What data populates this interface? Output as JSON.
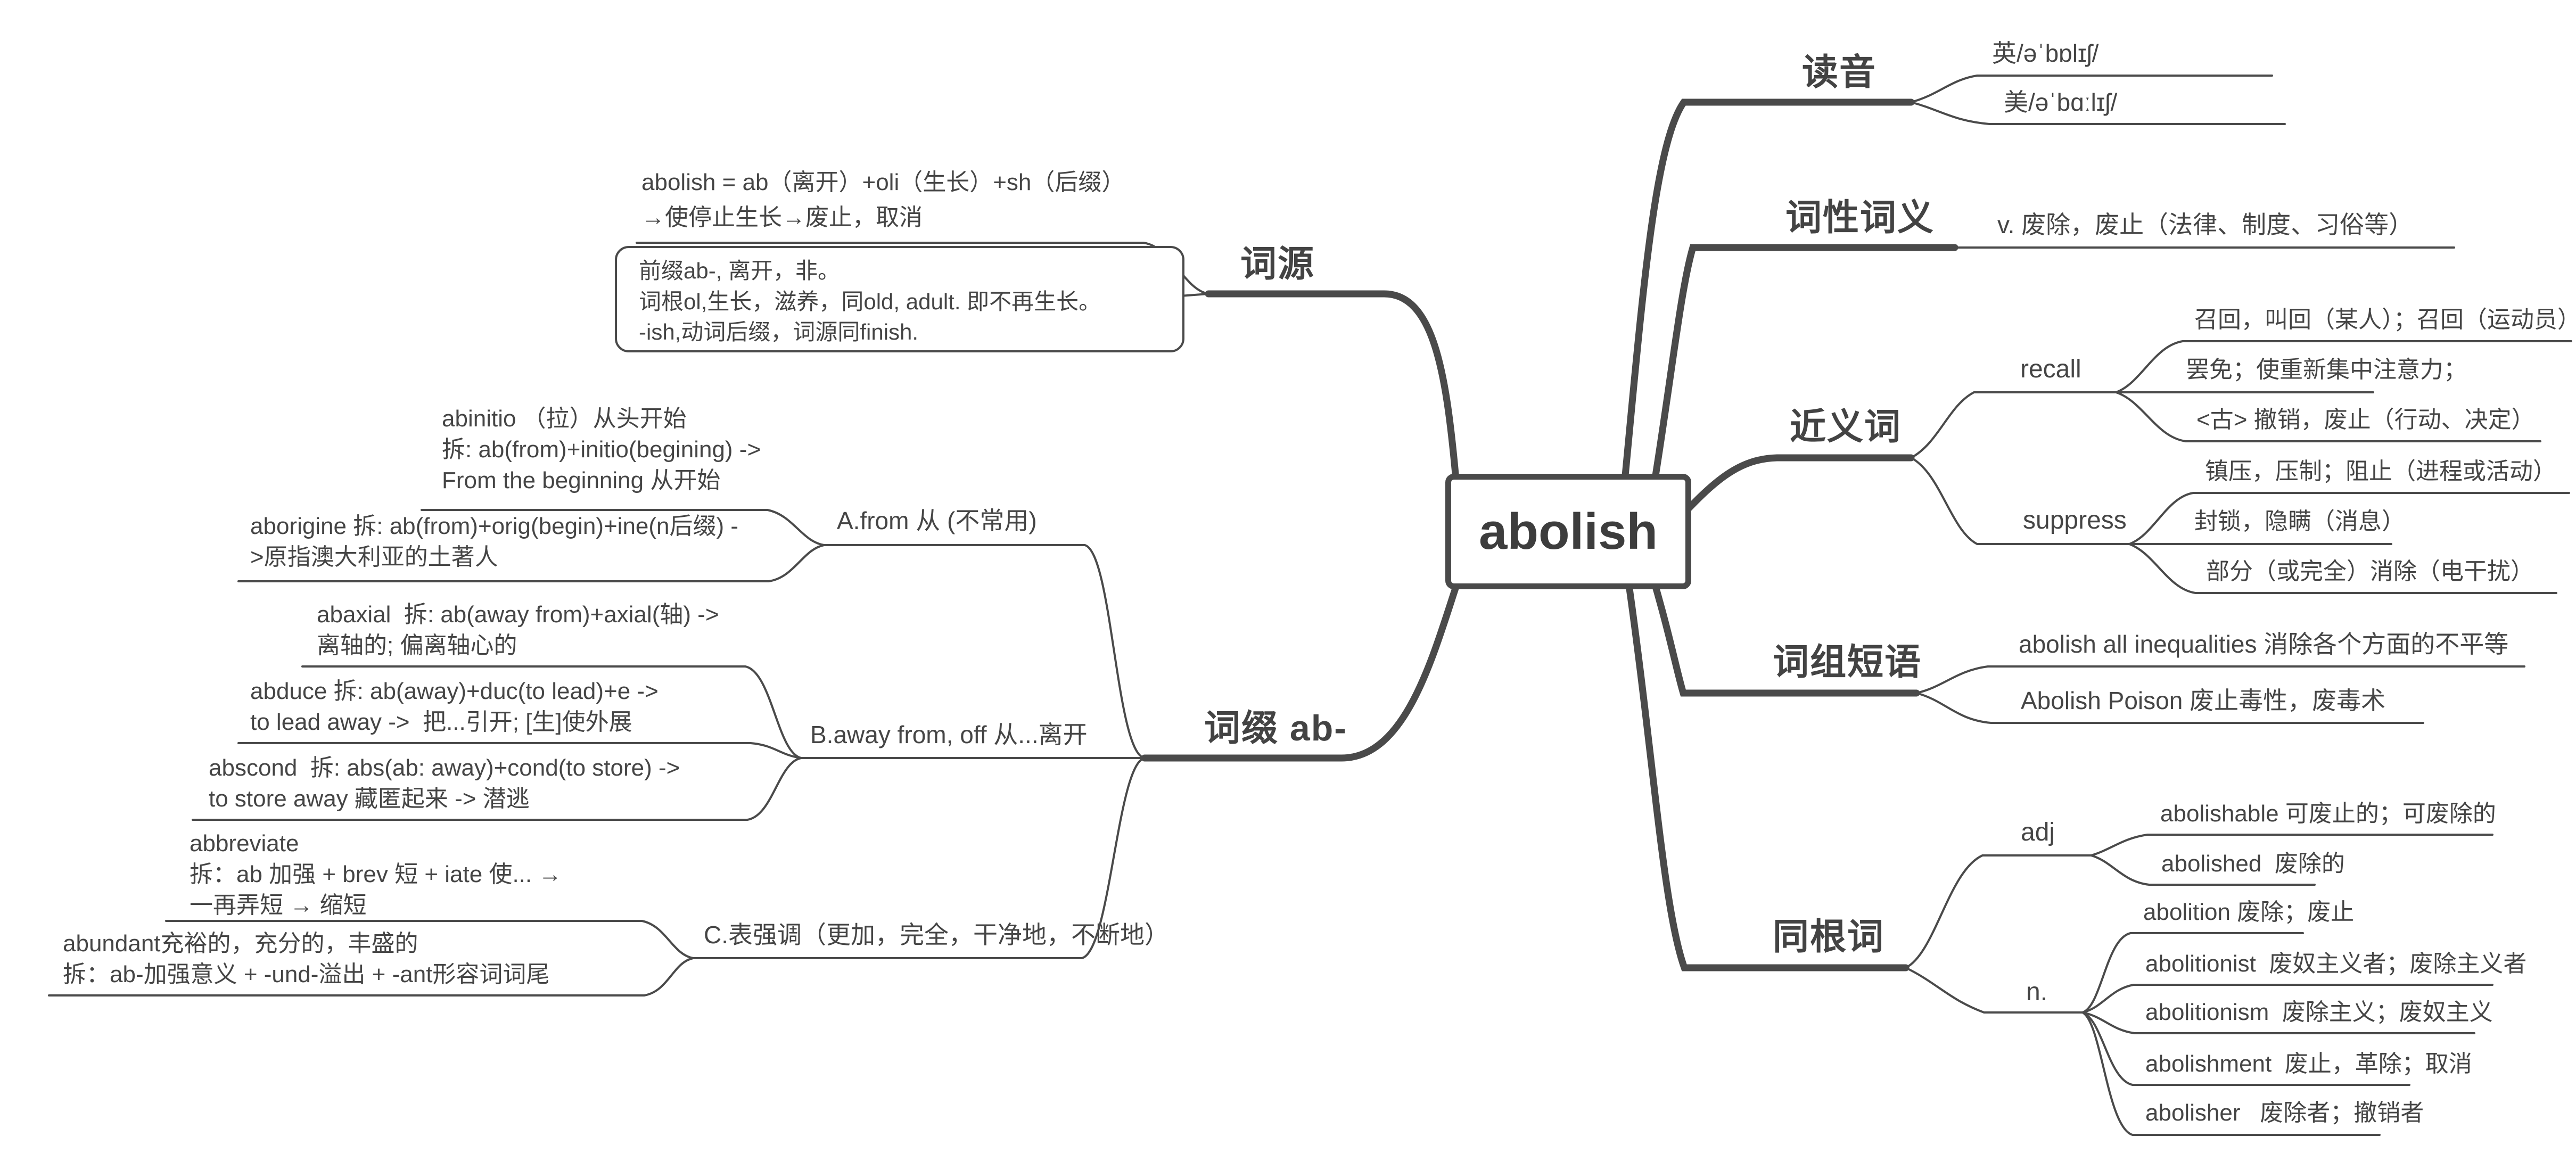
{
  "center": {
    "word": "abolish"
  },
  "branches": {
    "pronunciation": {
      "label": "读音",
      "uk": "英/əˈbɒlɪʃ/",
      "us": "美/əˈbɑːlɪʃ/"
    },
    "pos": {
      "label": "词性词义",
      "meaning": "v. 废除，废止（法律、制度、习俗等）"
    },
    "synonyms": {
      "label": "近义词",
      "recall": {
        "label": "recall",
        "senses": [
          "召回，叫回（某人）；召回（运动员）",
          "罢免；使重新集中注意力；",
          "<古> 撤销，废止（行动、决定）"
        ]
      },
      "suppress": {
        "label": "suppress",
        "senses": [
          "镇压，压制；阻止（进程或活动）",
          "封锁，隐瞒（消息）",
          "部分（或完全）消除（电干扰）"
        ]
      }
    },
    "phrases": {
      "label": "词组短语",
      "items": [
        "abolish all inequalities 消除各个方面的不平等",
        "Abolish Poison 废止毒性，废毒术"
      ]
    },
    "cognates": {
      "label": "同根词",
      "adj": {
        "label": "adj",
        "items": [
          "abolishable 可废止的；可废除的",
          "abolished  废除的"
        ]
      },
      "n": {
        "label": "n.",
        "items": [
          "abolition 废除；废止",
          "abolitionist  废奴主义者；废除主义者",
          "abolitionism  废除主义；废奴主义",
          "abolishment  废止，革除；取消",
          "abolisher   废除者；撤销者"
        ]
      }
    },
    "etymology": {
      "label": "词源",
      "formula": "abolish = ab（离开）+oli（生长）+sh（后缀）\n→使停止生长→废止，取消",
      "note": "前缀ab-, 离开，非。\n词根ol,生长，滋养，同old, adult. 即不再生长。\n-ish,动词后缀，词源同finish."
    },
    "prefix": {
      "label": "词缀 ab-",
      "groups": [
        {
          "label": "A.from 从 (不常用)",
          "items": [
            "abinitio （拉）从头开始\n拆: ab(from)+initio(begining) ->\nFrom the beginning 从开始",
            "aborigine 拆: ab(from)+orig(begin)+ine(n后缀) -\n>原指澳大利亚的土著人"
          ]
        },
        {
          "label": "B.away from, off 从...离开",
          "items": [
            "abaxial  拆: ab(away from)+axial(轴) ->\n离轴的; 偏离轴心的",
            "abduce 拆: ab(away)+duc(to lead)+e ->\nto lead away ->  把...引开; [生]使外展",
            "abscond  拆: abs(ab: away)+cond(to store) ->\nto store away 藏匿起来 -> 潜逃"
          ]
        },
        {
          "label": "C.表强调（更加，完全，干净地，不断地）",
          "items": [
            "abbreviate\n拆：ab 加强 + brev 短 + iate 使... →\n一再弄短 → 缩短",
            "abundant充裕的，充分的，丰盛的\n拆：ab-加强意义 + -und-溢出 + -ant形容词词尾"
          ]
        }
      ]
    }
  },
  "colors": {
    "ink": "#454545",
    "background": "#ffffff"
  }
}
